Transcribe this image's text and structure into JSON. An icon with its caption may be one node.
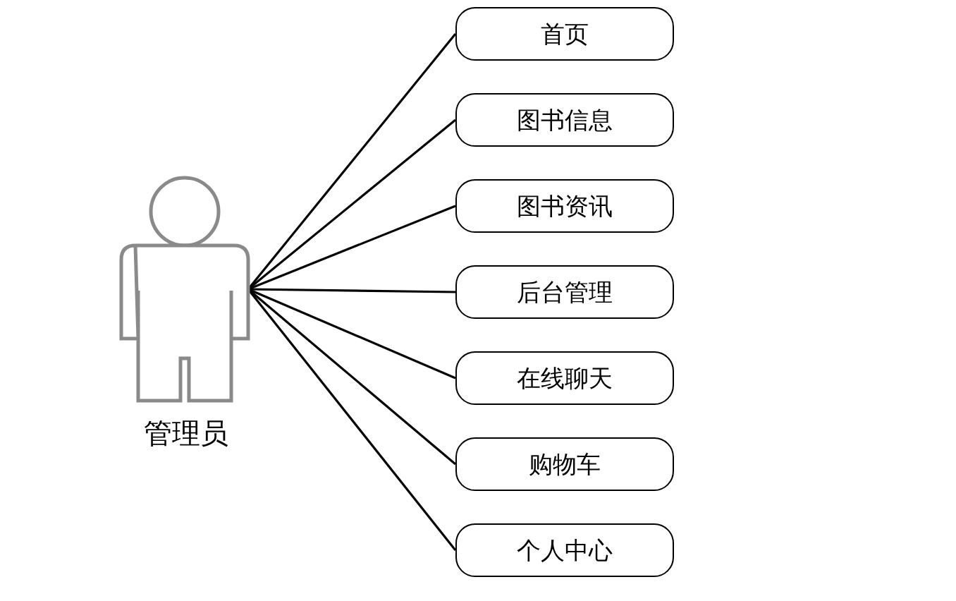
{
  "diagram": {
    "nodes": [
      {
        "text": [
          "管理员"
        ]
      },
      {
        "text": [
          "首页"
        ]
      },
      {
        "text": [
          "图书信息"
        ]
      },
      {
        "text": [
          "图书资讯"
        ]
      },
      {
        "text": [
          "后台管理"
        ]
      },
      {
        "text": [
          "在线聊天"
        ]
      },
      {
        "text": [
          "购物车"
        ]
      },
      {
        "text": [
          "个人中心"
        ]
      }
    ],
    "edges": [
      {
        "from": 0,
        "to": 1,
        "arrow": "none"
      },
      {
        "from": 0,
        "to": 2,
        "arrow": "none"
      },
      {
        "from": 0,
        "to": 3,
        "arrow": "none"
      },
      {
        "from": 0,
        "to": 4,
        "arrow": "none"
      },
      {
        "from": 0,
        "to": 5,
        "arrow": "none"
      },
      {
        "from": 0,
        "to": 6,
        "arrow": "none"
      },
      {
        "from": 0,
        "to": 7,
        "arrow": "none"
      }
    ]
  }
}
